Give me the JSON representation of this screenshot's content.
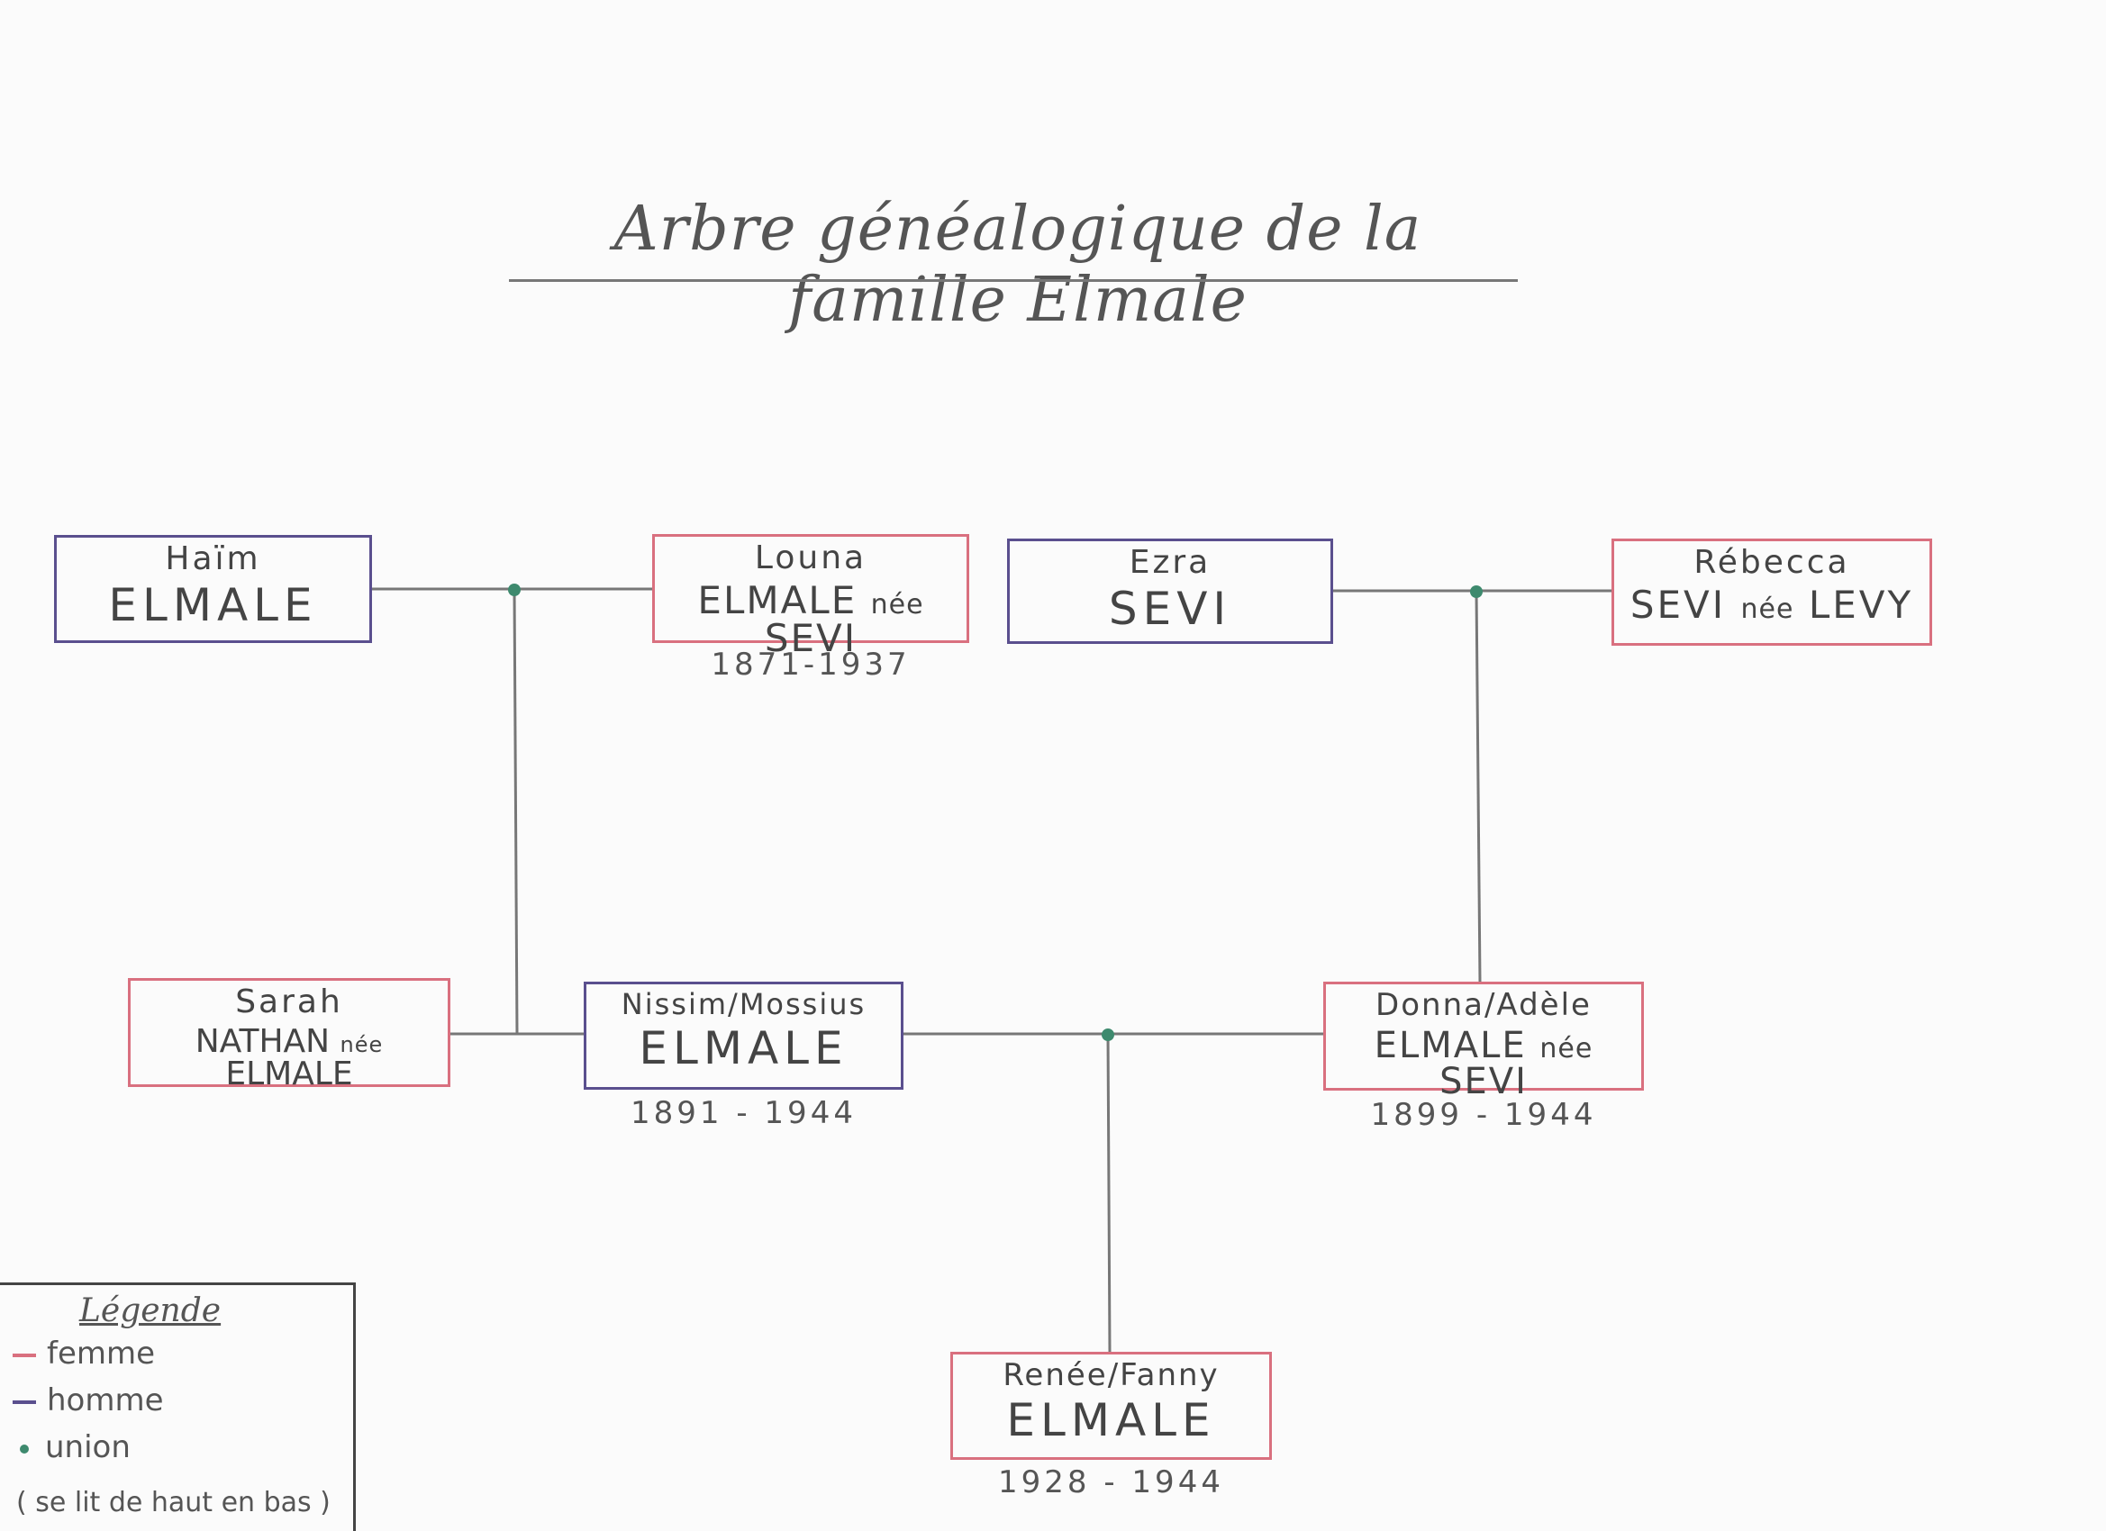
{
  "title": "Arbre généalogique de la famille Elmale",
  "colors": {
    "femme": "#d9707f",
    "homme": "#5a4f8e",
    "union": "#3e8a6e",
    "line": "#777777"
  },
  "people": {
    "haim": {
      "given": "Haïm",
      "surname": "ELMALE",
      "nee": "",
      "surname2": "",
      "dates": ""
    },
    "louna": {
      "given": "Louna",
      "surname": "ELMALE",
      "nee": "née",
      "surname2": "SEVI",
      "dates": "1871-1937"
    },
    "ezra": {
      "given": "Ezra",
      "surname": "SEVI",
      "nee": "",
      "surname2": "",
      "dates": ""
    },
    "rebecca": {
      "given": "Rébecca",
      "surname": "SEVI",
      "nee": "née",
      "surname2": "LEVY",
      "dates": ""
    },
    "sarah": {
      "given": "Sarah",
      "surname": "NATHAN",
      "nee": "née",
      "surname2": "ELMALE",
      "dates": ""
    },
    "nissim": {
      "given": "Nissim/Mossius",
      "surname": "ELMALE",
      "nee": "",
      "surname2": "",
      "dates": "1891 - 1944"
    },
    "donna": {
      "given": "Donna/Adèle",
      "surname": "ELMALE",
      "nee": "née",
      "surname2": "SEVI",
      "dates": "1899 - 1944"
    },
    "renee": {
      "given": "Renée/Fanny",
      "surname": "ELMALE",
      "nee": "",
      "surname2": "",
      "dates": "1928 - 1944"
    }
  },
  "legend": {
    "title": "Légende",
    "femme": "femme",
    "homme": "homme",
    "union": "union",
    "note": "( se lit de haut en bas )"
  }
}
